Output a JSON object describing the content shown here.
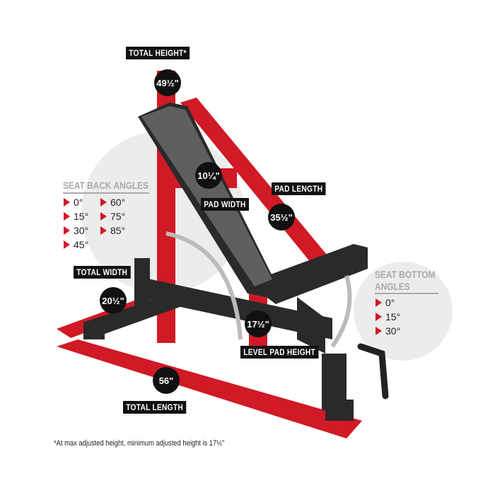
{
  "colors": {
    "accent": "#d01a25",
    "label_bg": "#111111"
  },
  "labels": {
    "total_height": "TOTAL HEIGHT*",
    "total_height_value": "49½\"",
    "pad_width": "PAD WIDTH",
    "pad_width_value": "10¼\"",
    "pad_length": "PAD LENGTH",
    "pad_length_value": "35½\"",
    "total_width": "TOTAL WIDTH",
    "total_width_value": "20½\"",
    "level_pad_height": "LEVEL PAD HEIGHT",
    "level_pad_height_value": "17½\"",
    "total_length": "TOTAL LENGTH",
    "total_length_value": "56\""
  },
  "seat_back_angles": {
    "title": "SEAT BACK ANGLES",
    "items": [
      "0°",
      "15°",
      "30°",
      "45°",
      "60°",
      "75°",
      "85°"
    ]
  },
  "seat_bottom_angles": {
    "title_line1": "SEAT BOTTOM",
    "title_line2": "ANGLES",
    "items": [
      "0°",
      "15°",
      "30°"
    ]
  },
  "footnote": "*At max adjusted height, minimum adjusted height is 17½\""
}
